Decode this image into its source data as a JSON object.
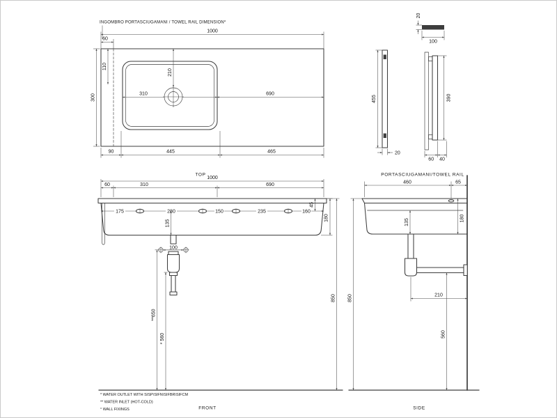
{
  "colors": {
    "line": "#3d3d3d",
    "dim": "#4a4a4a",
    "text": "#161616",
    "background": "#ffffff",
    "frame": "#c9c9c9"
  },
  "title": "INGOMBRO PORTASCIUGAMANI / TOWEL RAIL DIMENSION*",
  "top_view": {
    "caption": "TOP",
    "overall_width": "1000",
    "rail_width": "60",
    "offset_110": "110",
    "depth": "300",
    "faucet_offset": "210",
    "basin_width": "310",
    "right_width": "690",
    "bottom_90": "90",
    "bottom_445": "445",
    "bottom_465": "465"
  },
  "rail_view": {
    "caption": "PORTASCIUGAMANI/TOWEL RAIL",
    "thickness": "20",
    "width": "100",
    "height": "455",
    "bottom_thickness": "20",
    "bracket_height": "390",
    "depth_60": "60",
    "depth_40": "40"
  },
  "front_view": {
    "caption": "FRONT",
    "overall_width": "1000",
    "rail_width": "60",
    "basin_width": "310",
    "right_width": "690",
    "hole_175": "175",
    "hole_280": "280",
    "hole_150": "150",
    "hole_235": "235",
    "hole_160": "160",
    "edge_45": "45",
    "apron_135": "135",
    "height_180": "180",
    "fixing_100": "100",
    "inlet_650": "**650",
    "outlet_560": "* 560",
    "height_850": "850"
  },
  "side_view": {
    "caption": "SIDE",
    "depth_460": "460",
    "wall_65": "65",
    "apron_135": "135",
    "height_180": "180",
    "trap_210": "210",
    "outlet_560": "560",
    "height_850": "850"
  },
  "footnotes": [
    "* WATER OUTLET WITH SISP\\SIFN\\SIFBR\\SIFCM",
    "** WATER INLET  (HOT-COLD)",
    "° WALL FIXINGS"
  ]
}
